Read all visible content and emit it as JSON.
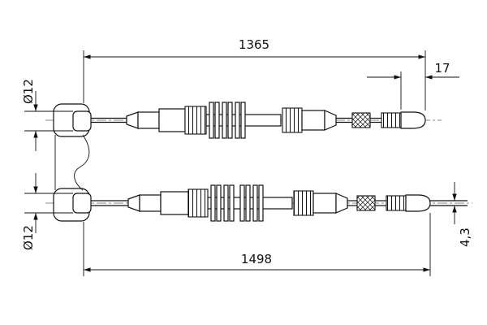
{
  "drawing": {
    "type": "brake-cable-technical-drawing",
    "dims": {
      "upper_length": "1365",
      "end_fitting_length": "17",
      "upper_end_diameter": "Ø12",
      "lower_end_diameter": "Ø12",
      "lower_length": "1498",
      "cable_thickness": "4,3"
    },
    "colors": {
      "line": "#111111",
      "background": "#ffffff"
    }
  }
}
